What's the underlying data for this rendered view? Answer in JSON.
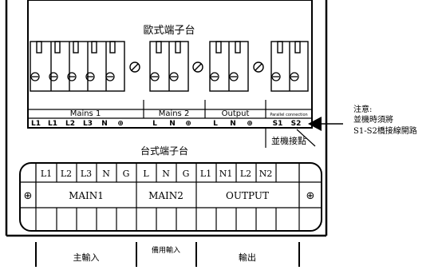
{
  "euro_block": {
    "title": "歐式端子台",
    "groups": [
      {
        "label": "Mains 1"
      },
      {
        "label": "Mains 2"
      },
      {
        "label": "Output"
      },
      {
        "label": "Parallel connection"
      }
    ],
    "terminals": [
      "L1",
      "L1",
      "L2",
      "L3",
      "N",
      "⊕",
      "L",
      "N",
      "⊕",
      "L",
      "N",
      "⊕",
      "S1",
      "S2"
    ]
  },
  "note": {
    "title": "注意:",
    "line1": "並機時須將",
    "line2": "S1-S2橋接線開路"
  },
  "parallel_label": "並機接點",
  "table_block": {
    "title": "台式端子台",
    "top_labels": [
      "L1",
      "L2",
      "L3",
      "N",
      "G",
      "L",
      "N",
      "G",
      "L1",
      "N1",
      "L2",
      "N2"
    ],
    "ground_left": "⊕",
    "ground_right": "⊕",
    "groups": [
      "MAIN1",
      "MAIN2",
      "OUTPUT"
    ]
  },
  "bottom_labels": {
    "main_input": "主輸入",
    "backup_input": "備用輸入",
    "output": "輸出"
  },
  "colors": {
    "ink": "#000000",
    "background": "#ffffff"
  }
}
